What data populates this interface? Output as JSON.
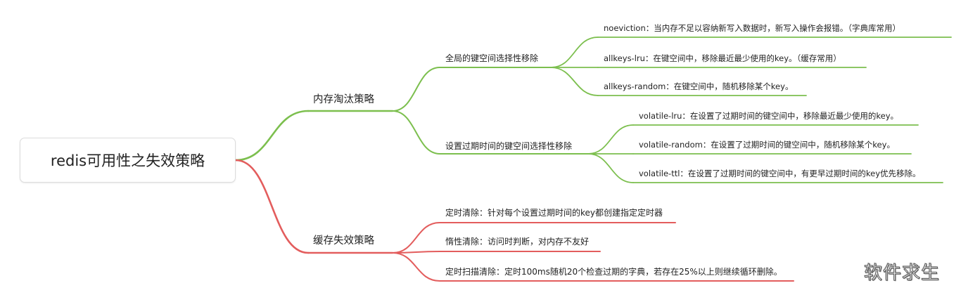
{
  "colors": {
    "green": "#7cbf4e",
    "red": "#e35d5d"
  },
  "mindmap": {
    "root": "redis可用性之失效策略",
    "branches": [
      {
        "label": "内存淘汰策略",
        "color": "green",
        "children": [
          {
            "label": "全局的键空间选择性移除",
            "children": [
              "noeviction：当内存不足以容纳新写入数据时，新写入操作会报错。（字典库常用）",
              "allkeys-lru：在键空间中，移除最近最少使用的key。（缓存常用）",
              "allkeys-random：在键空间中，随机移除某个key。"
            ]
          },
          {
            "label": "设置过期时间的键空间选择性移除",
            "children": [
              "volatile-lru：在设置了过期时间的键空间中，移除最近最少使用的key。",
              "volatile-random：在设置了过期时间的键空间中，随机移除某个key。",
              "volatile-ttl：在设置了过期时间的键空间中，有更早过期时间的key优先移除。"
            ]
          }
        ]
      },
      {
        "label": "缓存失效策略",
        "color": "red",
        "children": [
          {
            "label": "定时清除：针对每个设置过期时间的key都创建指定定时器",
            "children": []
          },
          {
            "label": "惰性清除：访问时判断，对内存不友好",
            "children": []
          },
          {
            "label": "定时扫描清除：定时100ms随机20个检查过期的字典，若存在25%以上则继续循环删除。",
            "children": []
          }
        ]
      }
    ]
  },
  "watermark": "软件求生"
}
